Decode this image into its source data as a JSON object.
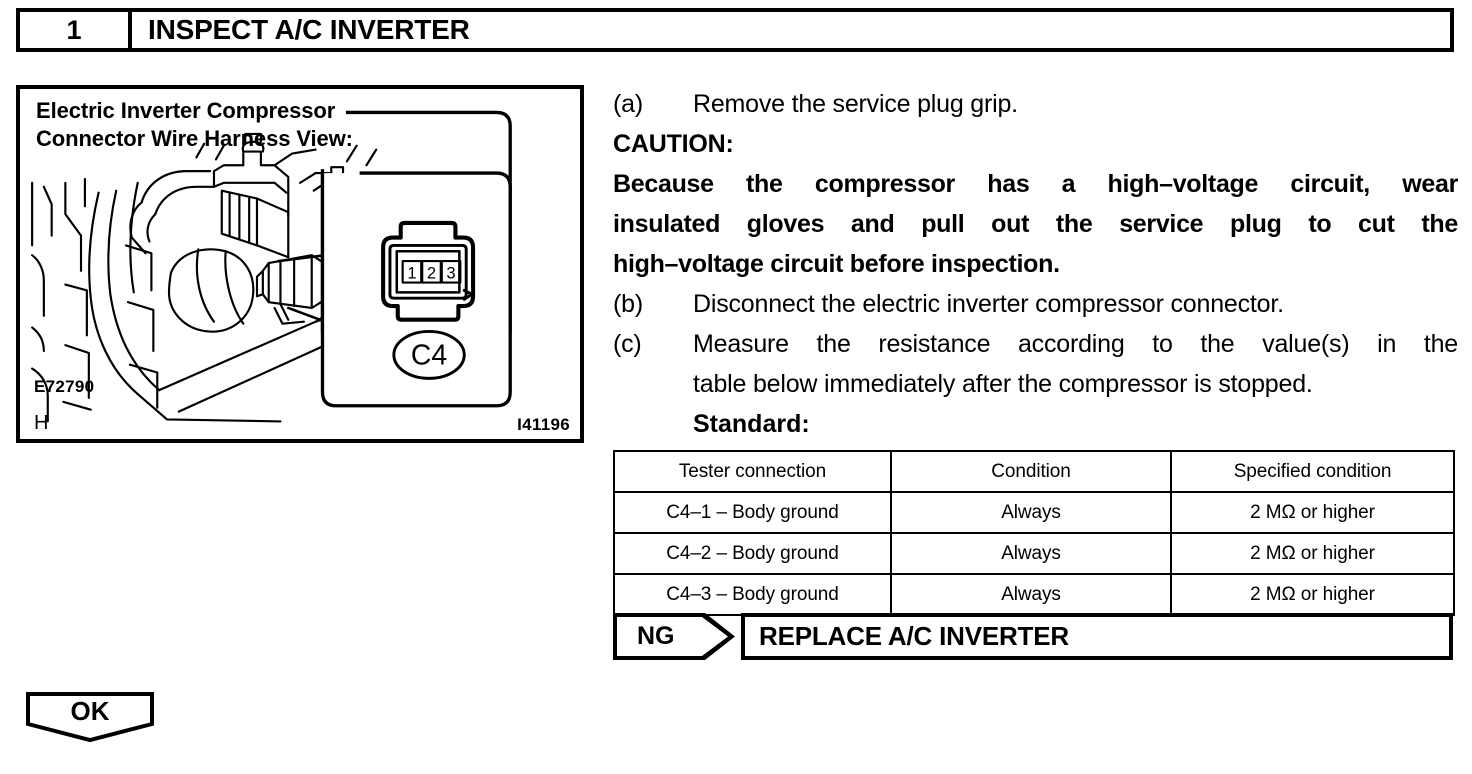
{
  "step_header": {
    "number": "1",
    "title": "INSPECT A/C INVERTER"
  },
  "illustration": {
    "title_line1": "Electric Inverter Compressor",
    "title_line2": "Connector Wire Harness View:",
    "connector_label": "C4",
    "pins": [
      "1",
      "2",
      "3"
    ],
    "figure_code": "E72790",
    "sheet_code": "H",
    "image_code": "I41196"
  },
  "instructions": {
    "step_a_label": "(a)",
    "step_a_text": "Remove the service plug grip.",
    "caution_heading": "CAUTION:",
    "caution_line1": "Because the compressor has a high–voltage circuit, wear",
    "caution_line2": "insulated gloves and pull out the service plug to cut the",
    "caution_line3": "high–voltage circuit before inspection.",
    "step_b_label": "(b)",
    "step_b_text": "Disconnect the electric inverter compressor connector.",
    "step_c_label": "(c)",
    "step_c_text_line1": "Measure the resistance according to the value(s) in the",
    "step_c_text_line2": "table below immediately after the compressor is stopped.",
    "standard_label": "Standard:"
  },
  "spec_table": {
    "headers": [
      "Tester connection",
      "Condition",
      "Specified condition"
    ],
    "rows": [
      [
        "C4–1 – Body ground",
        "Always",
        "2 MΩ or higher"
      ],
      [
        "C4–2 – Body ground",
        "Always",
        "2 MΩ or higher"
      ],
      [
        "C4–3 – Body ground",
        "Always",
        "2 MΩ or higher"
      ]
    ]
  },
  "results": {
    "ng_tag": "NG",
    "ng_action": "REPLACE A/C INVERTER",
    "ok_tag": "OK"
  }
}
